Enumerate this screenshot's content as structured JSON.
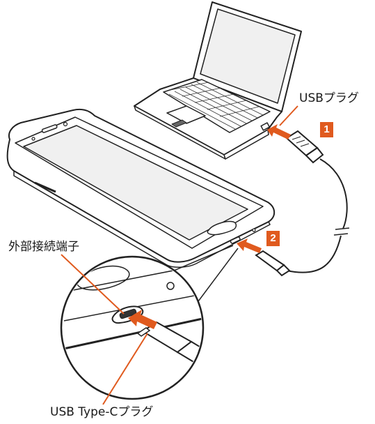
{
  "labels": {
    "usb_plug": "USBプラグ",
    "external_connector": "外部接続端子",
    "usb_typec_plug": "USB Type-Cプラグ"
  },
  "steps": [
    "1",
    "2"
  ],
  "colors": {
    "accent": "#e05a1e",
    "line": "#222222",
    "screen": "#f0f0f0"
  }
}
